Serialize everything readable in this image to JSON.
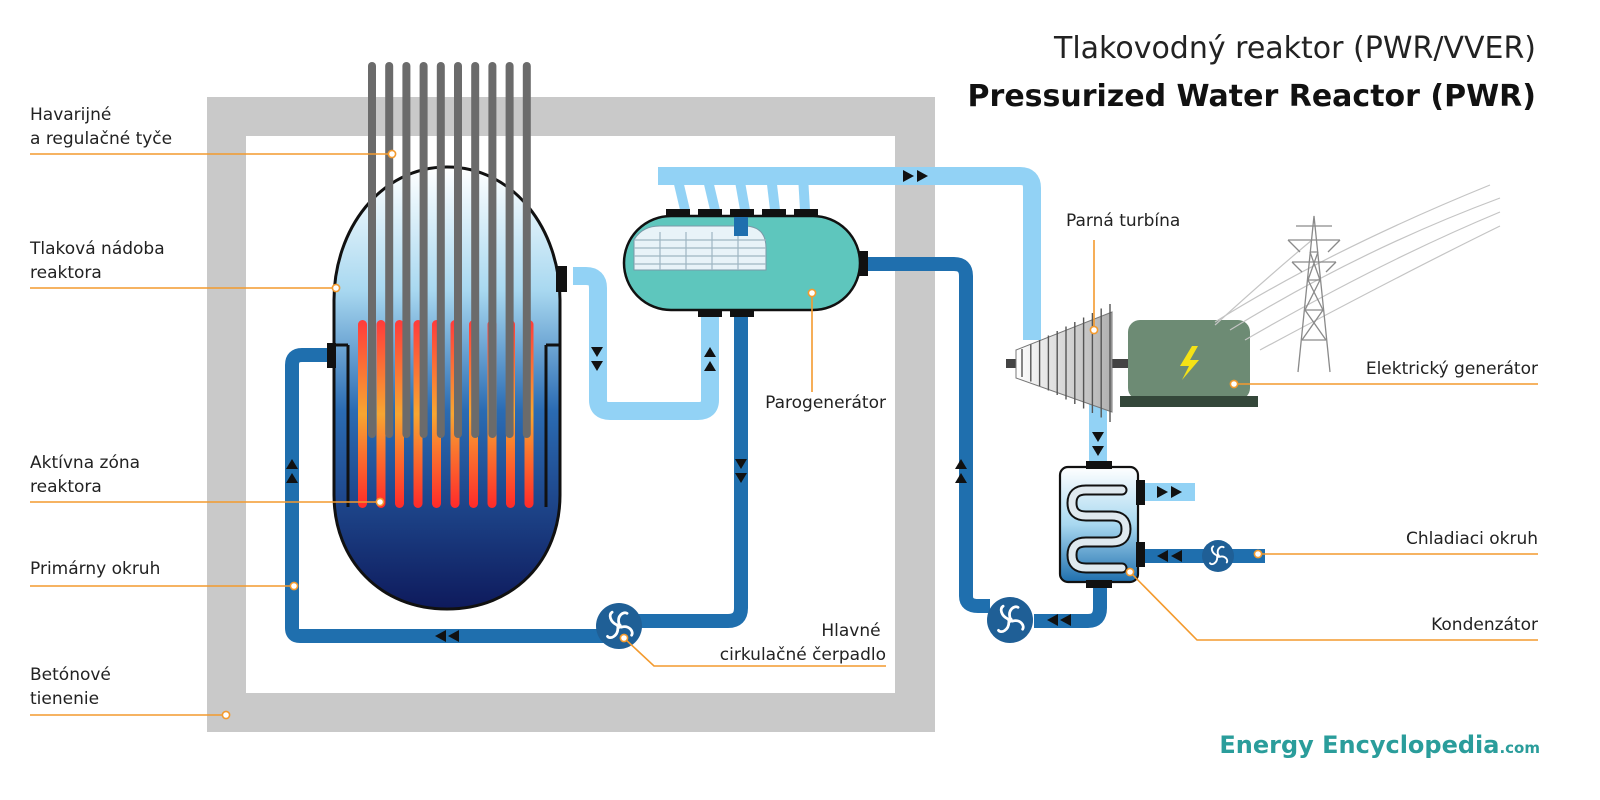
{
  "title": {
    "line1": "Tlakovodný reaktor (PWR/VVER)",
    "line2": "Pressurized Water Reactor (PWR)"
  },
  "labels": {
    "control_rods": [
      "Havarijné",
      "a regulačné tyče"
    ],
    "pressure_vessel": [
      "Tlaková nádoba",
      "reaktora"
    ],
    "active_zone": [
      "Aktívna zóna",
      "reaktora"
    ],
    "primary_circuit": [
      "Primárny okruh"
    ],
    "concrete_shielding": [
      "Betónové",
      "tienenie"
    ],
    "steam_generator": [
      "Parogenerátor"
    ],
    "main_pump": [
      "Hlavné",
      "cirkulačné čerpadlo"
    ],
    "steam_turbine": [
      "Parná turbína"
    ],
    "generator": [
      "Elektrický generátor"
    ],
    "cooling_circuit": [
      "Chladiaci okruh"
    ],
    "condenser": [
      "Kondenzátor"
    ]
  },
  "brand": {
    "name": "Energy Encyclopedia",
    "suffix": ".com"
  },
  "colors": {
    "primary_water": "#1f6fae",
    "steam": "#92d2f5",
    "concrete": "#c9c9c9",
    "steam_generator": "#5ec6bd",
    "generator": "#6d8b74",
    "leader": "#f39a2e",
    "brand": "#2a9d9b"
  },
  "icons": [
    "lightning-icon",
    "pump-fan-icon",
    "power-pylon-icon",
    "flow-arrow-icon"
  ]
}
